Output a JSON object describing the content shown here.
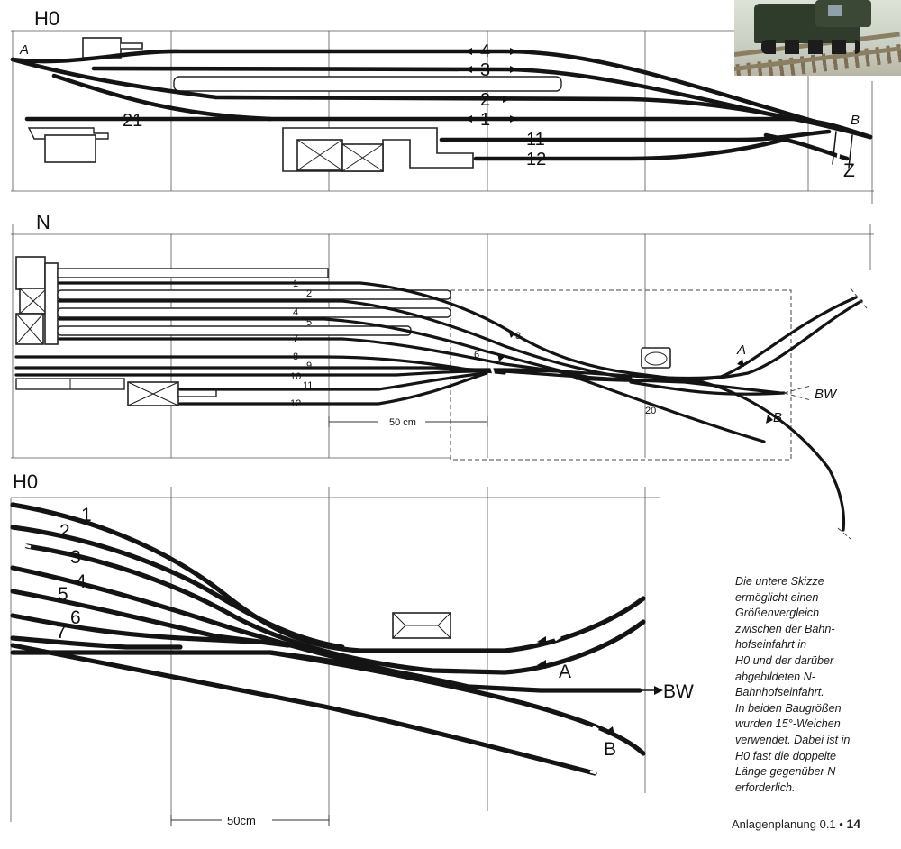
{
  "panels": {
    "top": {
      "title": "H0",
      "end_a": "A",
      "end_b": "B",
      "end_z": "Z",
      "tracks": [
        "4",
        "3",
        "2",
        "1",
        "21",
        "11",
        "12"
      ]
    },
    "middle": {
      "title": "N",
      "tracks": [
        "1",
        "2",
        "4",
        "5",
        "7",
        "8",
        "9",
        "10",
        "11",
        "12",
        "3",
        "6",
        "20"
      ],
      "end_a": "A",
      "end_b": "B",
      "end_bw": "BW",
      "dimension": "50 cm"
    },
    "bottom": {
      "title": "H0",
      "tracks": [
        "1",
        "2",
        "3",
        "4",
        "5",
        "6",
        "7"
      ],
      "end_a": "A",
      "end_b": "B",
      "end_bw": "BW",
      "dimension": "50cm"
    }
  },
  "caption": {
    "lines": [
      "Die untere Skizze",
      "ermöglicht einen",
      "Größenvergleich",
      "zwischen der Bahn-",
      "hofseinfahrt in",
      "H0 und der darüber",
      "abgebildeten N-",
      "Bahnhofseinfahrt.",
      "In beiden Baugrößen",
      "wurden 15°-Weichen",
      "verwendet. Dabei ist in",
      "H0 fast die doppelte",
      "Länge gegenüber N",
      "erforderlich."
    ]
  },
  "footer": {
    "title": "Anlagenplanung 0.1",
    "separator": "•",
    "page": "14"
  },
  "colors": {
    "ink": "#141414",
    "paper": "#ffffff"
  }
}
